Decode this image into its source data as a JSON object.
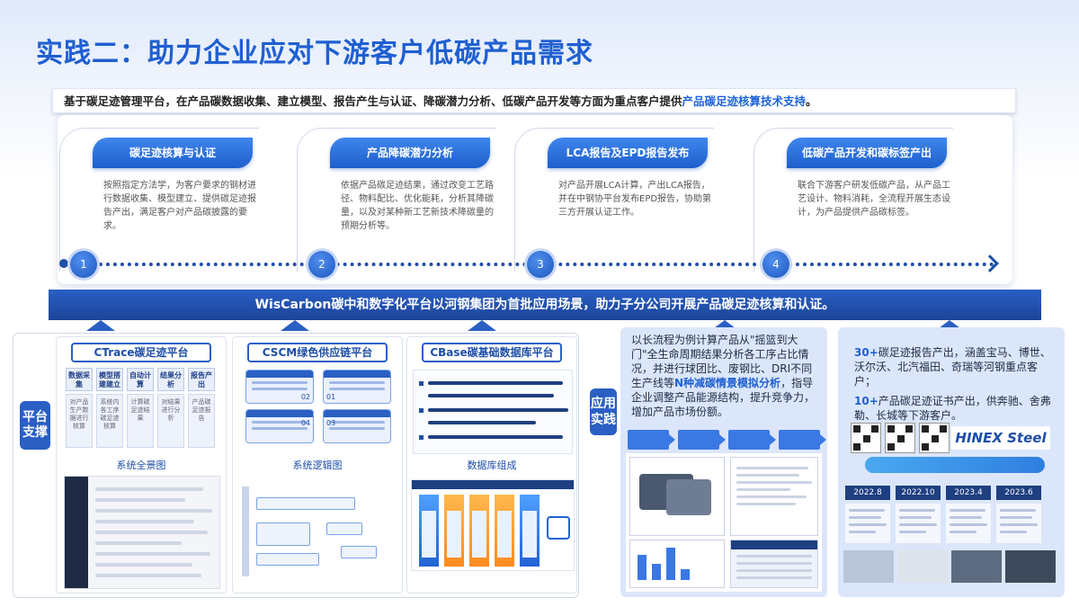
{
  "title": "实践二：助力企业应对下游客户低碳产品需求",
  "intro": {
    "text": "基于碳足迹管理平台，在产品碳数据收集、建立模型、报告产生与认证、降碳潜力分析、低碳产品开发等方面为重点客户提供",
    "highlight": "产品碳足迹核算技术支持",
    "end": "。"
  },
  "stages": [
    {
      "num": "1",
      "title": "碳足迹核算与认证",
      "text": "按照指定方法学，为客户要求的钢材进行数据收集、模型建立、提供碳足迹报告产出，满足客户对产品碳披露的要求。"
    },
    {
      "num": "2",
      "title": "产品降碳潜力分析",
      "text": "依据产品碳足迹结果，通过改变工艺路径、物料配比、优化能耗，分析其降碳量，以及对某种新工艺新技术降碳量的预期分析等。"
    },
    {
      "num": "3",
      "title": "LCA报告及EPD报告发布",
      "text": "对产品开展LCA计算，产出LCA报告，并在中钢协平台发布EPD报告，协助第三方开展认证工作。"
    },
    {
      "num": "4",
      "title": "低碳产品开发和碳标签产出",
      "text": "联合下游客户研发低碳产品，从产品工艺设计、物料消耗，全流程开展生态设计，为产品提供产品碳标签。"
    }
  ],
  "banner": "WisCarbon碳中和数字化平台以河钢集团为首批应用场景，助力子分公司开展产品碳足迹核算和认证。",
  "platform": {
    "side_label": "平台支撑",
    "ctrace": {
      "title": "CTrace碳足迹平台",
      "caption": "系统全景图",
      "columns": [
        {
          "head": "数据采集",
          "body": "对产品生产数据进行核算"
        },
        {
          "head": "模型搭建建立",
          "body": "系统内各工序碳足迹核算"
        },
        {
          "head": "自动计算",
          "body": "计算碳足迹结果"
        },
        {
          "head": "结果分析",
          "body": "对结果进行分析"
        },
        {
          "head": "报告产出",
          "body": "产品碳足迹报告"
        }
      ]
    },
    "cscm": {
      "title": "CSCM绿色供应链平台",
      "caption": "系统逻辑图",
      "labels": [
        "02",
        "01",
        "03",
        "04"
      ]
    },
    "cbase": {
      "title": "CBase碳基础数据库平台",
      "caption": "数据库组成"
    }
  },
  "application": {
    "side_label": "应用实践",
    "text_1": "以长流程为例计算产品从\"摇篮到大门\"全生命周期结果分析各工序占比情况，并进行球团比、废钢比、DRI不同生产线等",
    "highlight": "N种减碳情景模拟分析",
    "text_2": "，指导企业调整产品能源结构，提升竞争力，增加产品市场份额。"
  },
  "results": {
    "p1_highlight": "30+",
    "p1_text": "碳足迹报告产出，涵盖宝马、博世、沃尔沃、北汽福田、奇瑞等河钢重点客户；",
    "p2_highlight": "10+",
    "p2_text": "产品碳足迹证书产出，供奔驰、舍弗勒、长城等下游客户。",
    "logo": "HINEX Steel",
    "years": [
      "2022.8",
      "2022.10",
      "2023.4",
      "2023.6"
    ]
  }
}
